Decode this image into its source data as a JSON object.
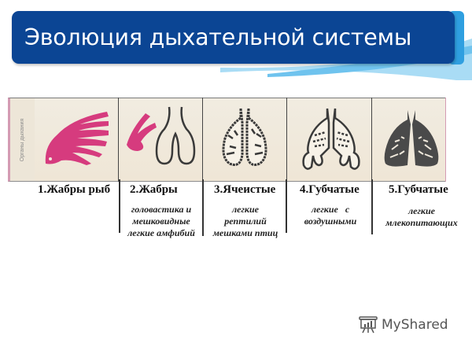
{
  "slide": {
    "title": "Эволюция дыхательной системы",
    "colors": {
      "title_bg": "#0b4594",
      "title_text": "#ffffff",
      "swoosh": "#5fb8ea",
      "gill_pink": "#d63b7e",
      "lung_outline": "#3a3a3a",
      "panel_bg": "#f0e9dc"
    }
  },
  "table": {
    "row_label": "Органы дыхания",
    "columns": [
      {
        "heading": "1.Жабры рыб",
        "caption": [],
        "icon": "fish-gills-icon"
      },
      {
        "heading": "2.Жабры",
        "caption": [
          "головастика и",
          "мешковидные",
          "легкие амфибий"
        ],
        "icon": "tadpole-gills-and-sac-lungs-icon"
      },
      {
        "heading": "3.Ячеистые",
        "caption": [
          "легкие",
          "рептилий",
          "мешками птиц"
        ],
        "icon": "cellular-lungs-icon"
      },
      {
        "heading": "4.Губчатые",
        "caption": [
          "легкие   с",
          "воздушными"
        ],
        "icon": "spongy-lungs-air-sacs-icon"
      },
      {
        "heading": "5.Губчатые",
        "caption": [
          "легкие",
          "млекопитающих"
        ],
        "icon": "spongy-lungs-mammal-icon"
      }
    ]
  },
  "watermark": {
    "label": "MyShared",
    "icon": "presentation-board-icon"
  }
}
